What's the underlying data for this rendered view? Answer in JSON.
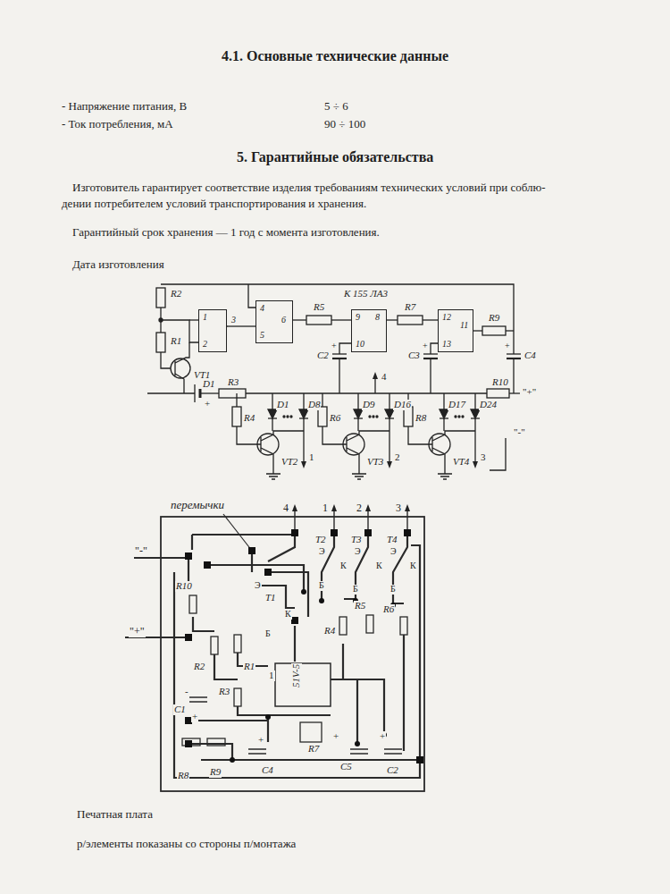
{
  "diagram": {
    "nodes": [
      {
        "text": [
          "1",
          "2",
          "3"
        ]
      },
      {
        "text": [
          "4",
          "6",
          "5"
        ]
      },
      {
        "text": [
          "9",
          "8",
          "10"
        ]
      },
      {
        "text": [
          "12",
          "11",
          "13"
        ]
      }
    ],
    "edges": [
      {
        "from": 0,
        "to": 1,
        "arrow": "none"
      }
    ],
    "labels": [
      "4.1. Основные технические данные",
      "- Напряжение питания, В",
      "5 ÷ 6",
      "- Ток потребления, мА",
      "90 ÷ 100",
      "5. Гарантийные обязательства",
      "Изготовитель гарантирует соответствие изделия требованиям технических условий при соблю-",
      "дении потребителем условий транспортирования и хранения.",
      "Гарантийный срок хранения — 1 год с момента изготовления.",
      "Дата изготовления",
      "R2",
      "R1",
      "VT1",
      "D1",
      "+",
      "R3",
      "К 155 ЛА3",
      "R5",
      "R7",
      "R9",
      "C2",
      "+",
      "C3",
      "+",
      "C4",
      "+",
      "R4",
      "D1",
      "D8",
      "R6",
      "D9",
      "D16",
      "R8",
      "D17",
      "D24",
      "R10",
      "4",
      "\"+\"",
      "VT2",
      "1",
      "VT3",
      "2",
      "VT4",
      "3",
      "\"-\"",
      "перемычки",
      "4",
      "1",
      "2",
      "3",
      "T2",
      "T3",
      "T4",
      "Э",
      "К",
      "Э",
      "К",
      "Э",
      "К",
      "\"-\"",
      "R10",
      "Э",
      "T1",
      "К",
      "Б",
      "Б",
      "Б",
      "Б",
      "\"+\"",
      "R2",
      "R1",
      "1",
      "R4",
      "R5",
      "R6",
      "R3",
      "C1",
      "-",
      "+",
      "51V-5",
      "R7",
      "+",
      "C5",
      "+",
      "C2",
      "+",
      "C4",
      "R9",
      "R8",
      "Печатная плата",
      "р/элементы показаны со стороны п/монтажа"
    ]
  }
}
